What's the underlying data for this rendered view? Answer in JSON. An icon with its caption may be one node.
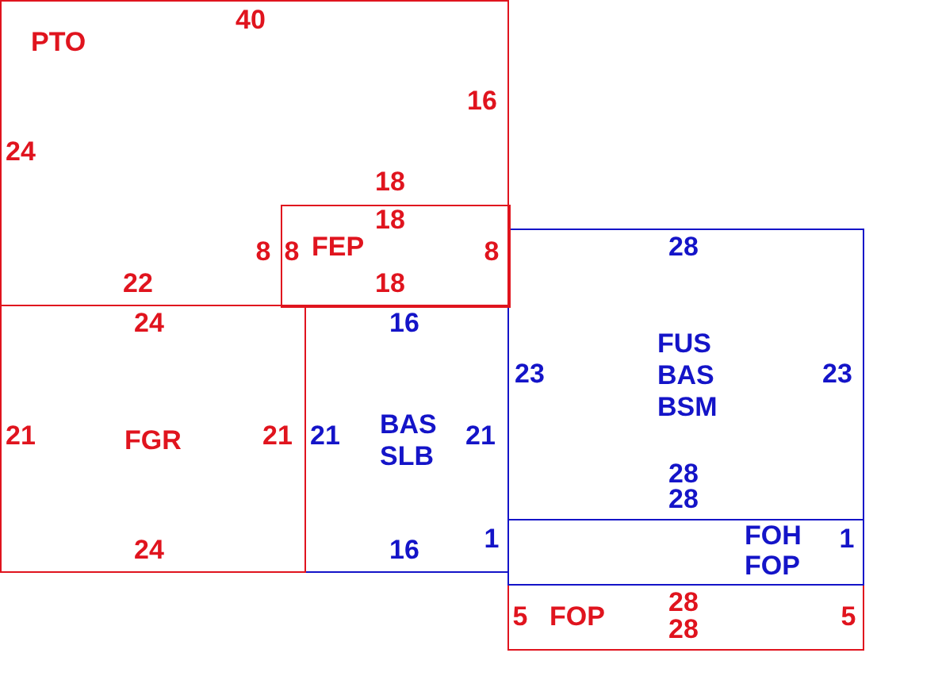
{
  "diagram": {
    "nodes": [
      {
        "text": [
          "PTO"
        ]
      },
      {
        "text": [
          "FEP"
        ],
        "in": 0
      },
      {
        "text": [
          "FGR"
        ]
      },
      {
        "text": [
          "BAS",
          "SLB"
        ]
      },
      {
        "text": [
          "FUS",
          "BAS",
          "BSM"
        ]
      },
      {
        "text": [
          "FOH",
          "FOP"
        ]
      },
      {
        "text": [
          "FOP"
        ]
      }
    ],
    "labels": [
      "40",
      "16",
      "24",
      "18",
      "18",
      "8",
      "8",
      "8",
      "28",
      "22",
      "18",
      "24",
      "16",
      "23",
      "23",
      "21",
      "21",
      "21",
      "21",
      "28",
      "28",
      "1",
      "1",
      "24",
      "16",
      "5",
      "28",
      "28",
      "5"
    ]
  }
}
